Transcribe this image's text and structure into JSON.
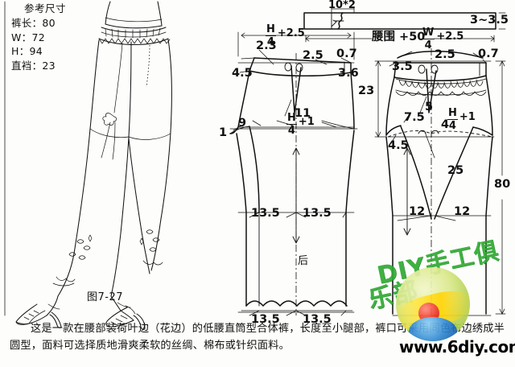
{
  "figure": {
    "title": "图7-27",
    "kind": "sewing-pattern-draft",
    "garment_cn": "低腰直筒型合体裤"
  },
  "specs": {
    "heading": "参考尺寸",
    "items": [
      {
        "label": "裤长",
        "value": "80"
      },
      {
        "label": "W",
        "value": "72"
      },
      {
        "label": "H",
        "value": "94"
      },
      {
        "label": "直裆",
        "value": "23"
      }
    ],
    "lines": [
      "参考尺寸",
      "裤长：80",
      "W：72",
      "H：94",
      "直裆：23"
    ]
  },
  "waistband": {
    "length_label": "腰围 +50",
    "width_label": "3~3.5",
    "top_tick": "10*2"
  },
  "back_piece": {
    "name_cn": "后",
    "labels": {
      "hip_quarter": {
        "num": "H",
        "den": "4",
        "tail": "+2.5"
      },
      "hip_quarter_lower": {
        "num": "H",
        "den": "4",
        "tail": "+1"
      },
      "top_left": "2.3",
      "dart_top": "2.5",
      "right_top": "0.7",
      "right_drop": "3.6",
      "left_drop": "4.5",
      "dart_len": "11",
      "side_notch": "1",
      "crotch_ext": "9",
      "knee_left": "13.5",
      "knee_right": "13.5",
      "hem_left": "13.5",
      "hem_right": "13.5"
    }
  },
  "front_piece": {
    "labels": {
      "waist_quarter": {
        "num": "W",
        "den": "4",
        "tail": "+2.5"
      },
      "hip_quarter_lower": {
        "num": "H",
        "den": "4",
        "tail": "+1"
      },
      "dart_top": "2.5",
      "right_top": "0.7",
      "waistband_depth": "3.5",
      "rise": "23",
      "ruffle_drop": "5",
      "crotch_curve": "7.5",
      "side_curve": "4.5",
      "fly_mark": "4",
      "knee_to_hem": "25",
      "hem_left": "12",
      "hem_right": "12",
      "total_length": "80"
    }
  },
  "caption": "这是一款在腰部装荷叶边（花边）的低腰直筒型合体裤，长度至小腿部，裤口可采用同色布边绣成半圆型，面料可选择质地滑爽柔软的丝绸、棉布或针织面料。",
  "watermark": {
    "text_cn_line1": "DIY手工俱",
    "text_cn_line2": "乐部",
    "url": "www.6diy.com",
    "url_parts": [
      "w",
      "ww",
      ".6diy",
      ".com"
    ]
  }
}
